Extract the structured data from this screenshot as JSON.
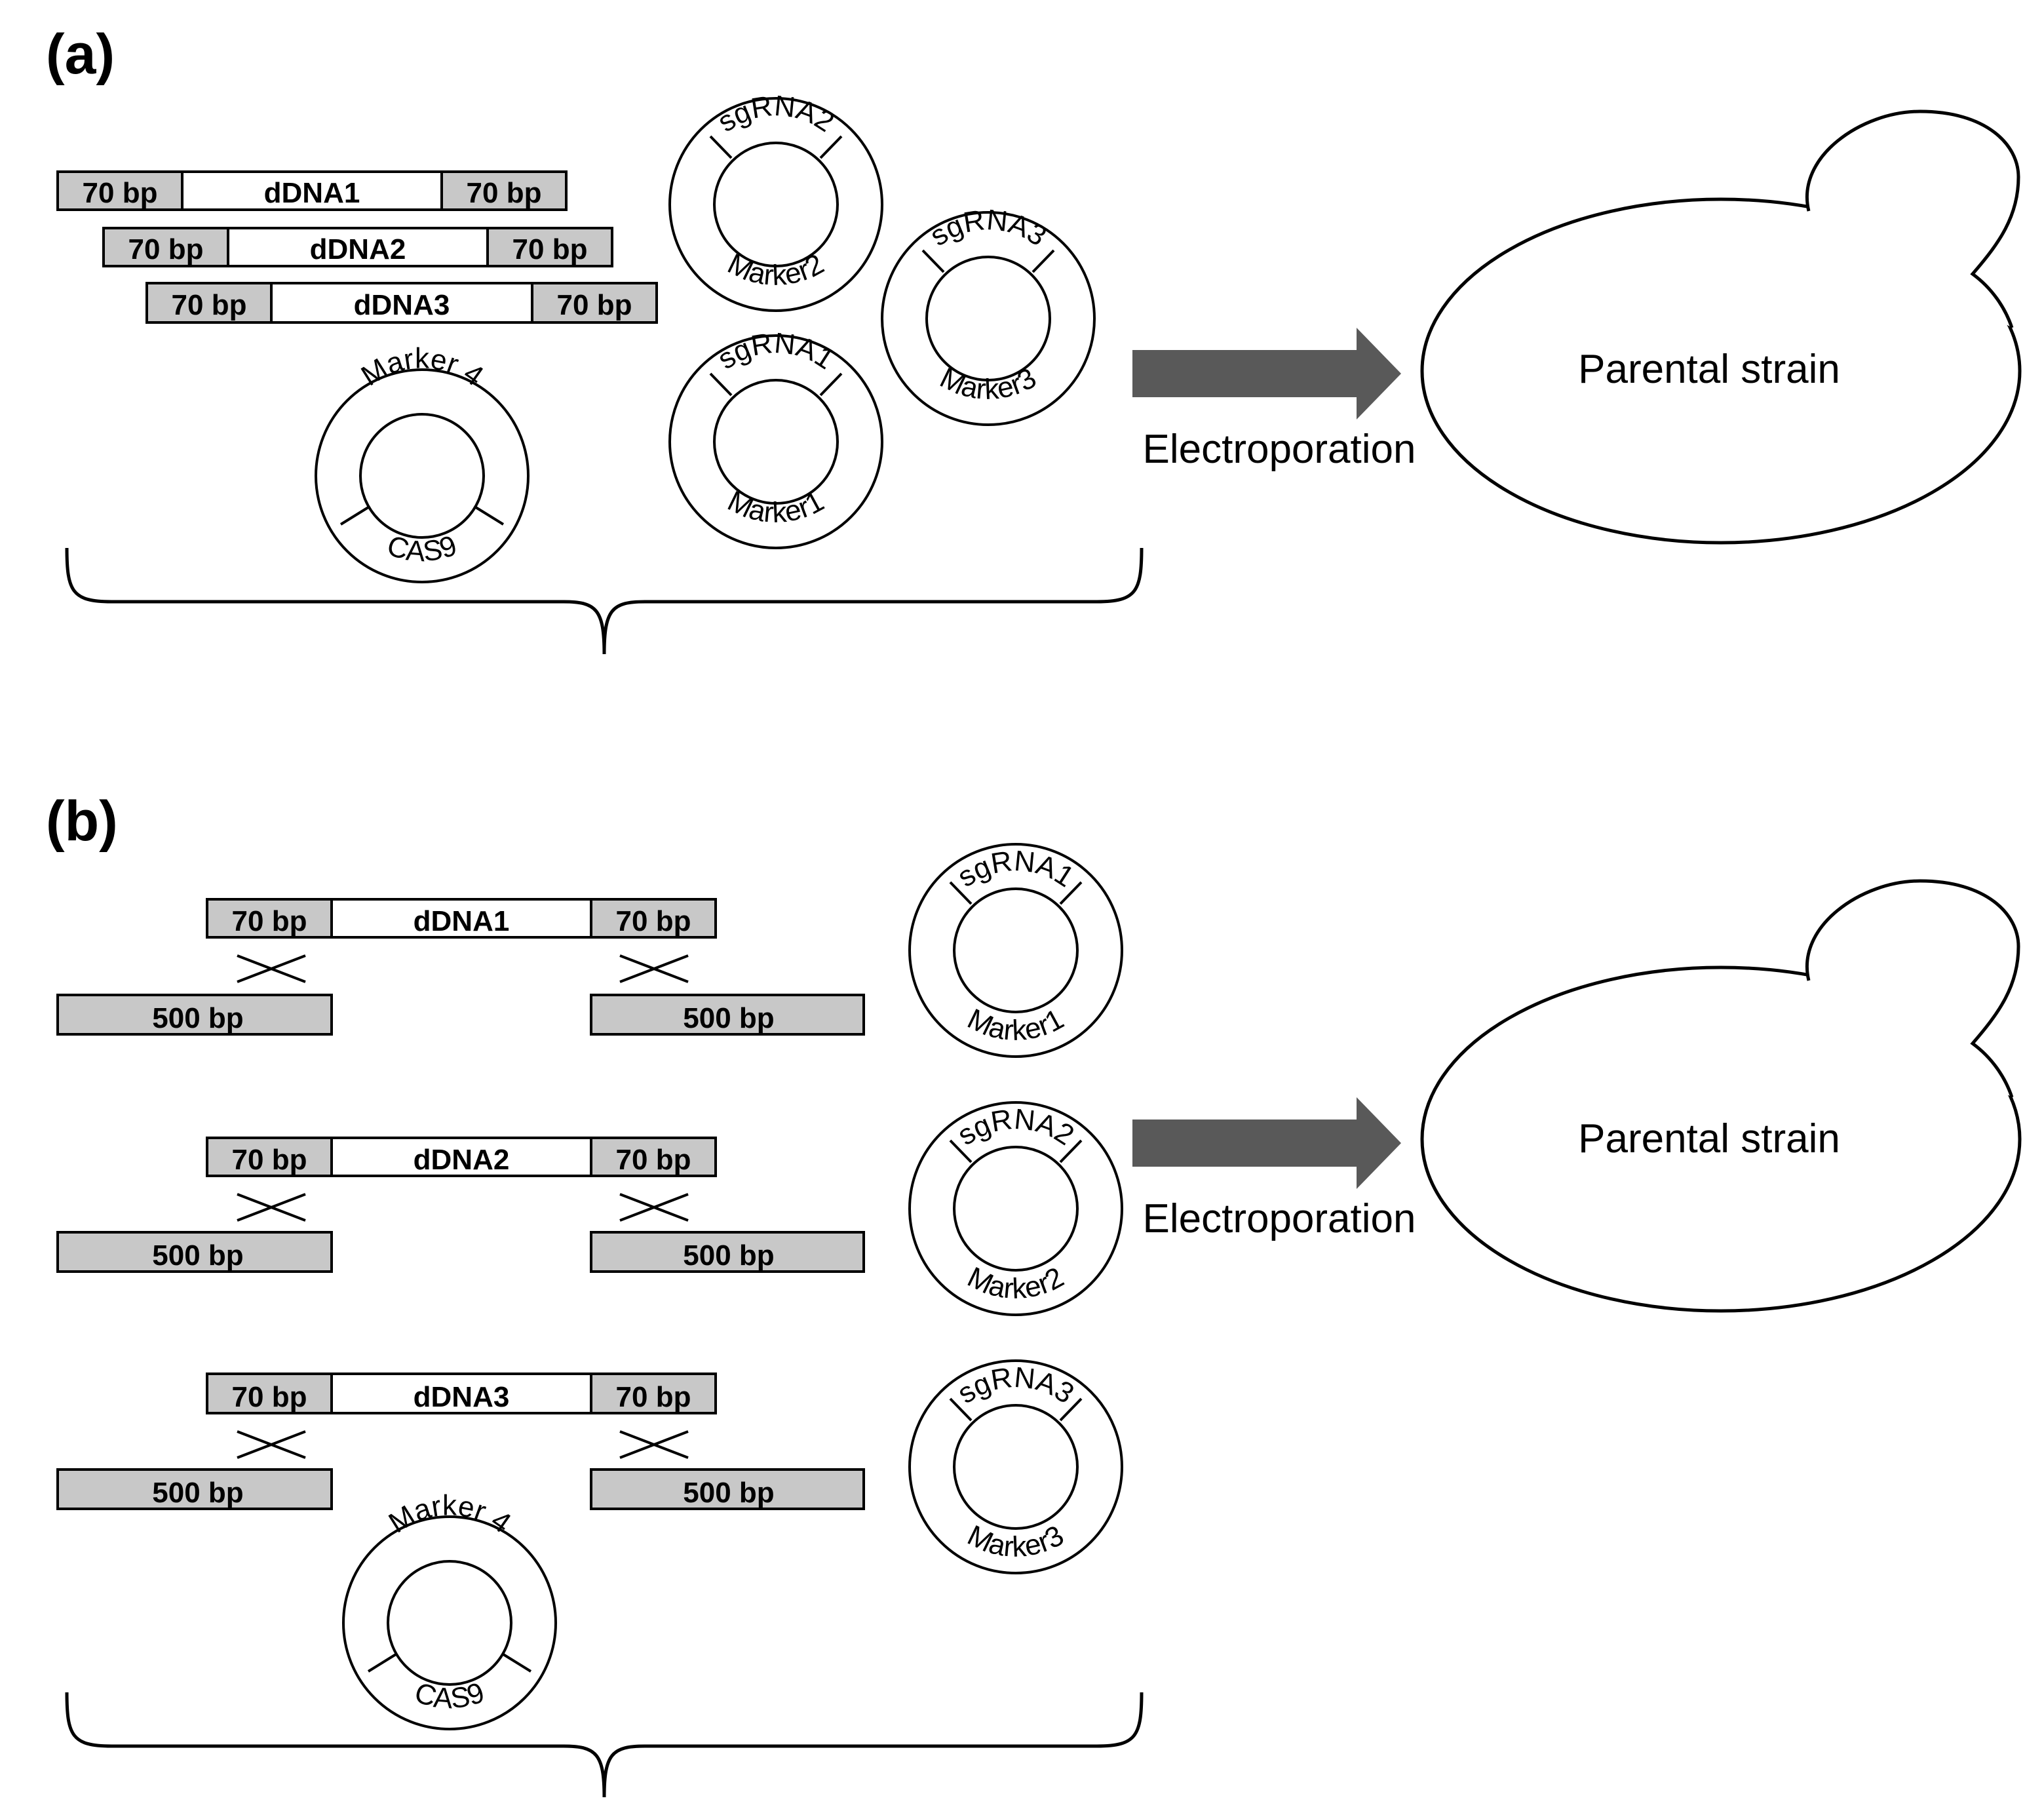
{
  "panels": [
    {
      "label": "(a)",
      "donors": [
        {
          "left": "70 bp",
          "middle": "dDNA1",
          "right": "70 bp"
        },
        {
          "left": "70 bp",
          "middle": "dDNA2",
          "right": "70 bp"
        },
        {
          "left": "70 bp",
          "middle": "dDNA3",
          "right": "70 bp"
        }
      ],
      "plasmids": [
        {
          "top": "sgRNA2",
          "bottom": "Marker2"
        },
        {
          "top": "sgRNA3",
          "bottom": "Marker3"
        },
        {
          "top": "sgRNA1",
          "bottom": "Marker1"
        },
        {
          "top": "Marker 4",
          "bottom": "CAS9"
        }
      ],
      "arrow_label": "Electroporation",
      "cell_label": "Parental strain"
    },
    {
      "label": "(b)",
      "donors": [
        {
          "left": "70 bp",
          "middle": "dDNA1",
          "right": "70 bp",
          "homology_left": "500 bp",
          "homology_right": "500 bp"
        },
        {
          "left": "70 bp",
          "middle": "dDNA2",
          "right": "70 bp",
          "homology_left": "500 bp",
          "homology_right": "500 bp"
        },
        {
          "left": "70 bp",
          "middle": "dDNA3",
          "right": "70 bp",
          "homology_left": "500 bp",
          "homology_right": "500 bp"
        }
      ],
      "plasmids": [
        {
          "top": "sgRNA1",
          "bottom": "Marker1"
        },
        {
          "top": "sgRNA2",
          "bottom": "Marker2"
        },
        {
          "top": "sgRNA3",
          "bottom": "Marker3"
        },
        {
          "top": "Marker 4",
          "bottom": "CAS9"
        }
      ],
      "arrow_label": "Electroporation",
      "cell_label": "Parental strain"
    }
  ],
  "colors": {
    "homology_fill": "#c8c8c8",
    "arrow_fill": "#595959",
    "stroke": "#000000"
  }
}
